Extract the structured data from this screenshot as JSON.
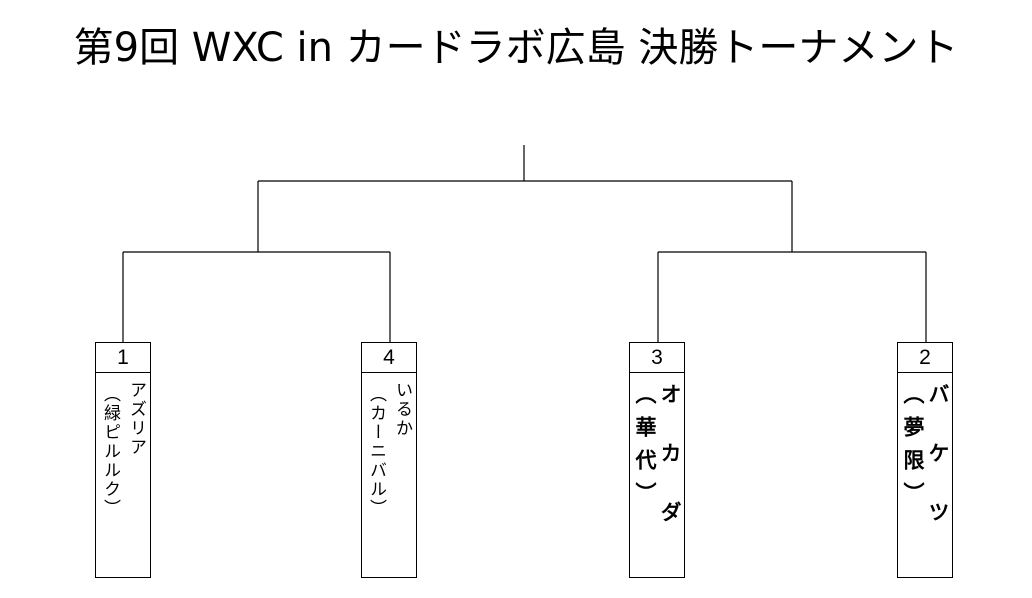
{
  "title": "第9回 WXC in カードラボ広島 決勝トーナメント",
  "entries": [
    {
      "seed": "1",
      "name": "アズリア",
      "team": "（緑ピルルク）"
    },
    {
      "seed": "4",
      "name": "いるか",
      "team": "（カーニバル）"
    },
    {
      "seed": "3",
      "name": "オカダ",
      "team": "（華代）"
    },
    {
      "seed": "2",
      "name": "バケツ",
      "team": "（夢限）"
    }
  ]
}
